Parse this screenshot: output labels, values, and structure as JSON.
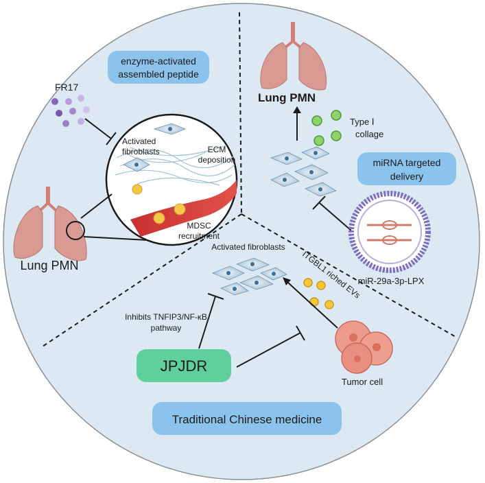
{
  "top_left": {
    "badge": "enzyme-activated assembled peptide",
    "badge_line1": "enzyme-activated",
    "badge_line2": "assembled peptide",
    "drug": "FR17",
    "label_activated": "Activated",
    "label_fibroblasts": "fibroblasts",
    "label_ecm1": "ECM",
    "label_ecm2": "deposition",
    "label_mdsc1": "MDSC",
    "label_mdsc2": "recruitment",
    "organ": "Lung PMN"
  },
  "top_right": {
    "organ": "Lung PMN",
    "collagen1": "Type Ⅰ",
    "collagen2": "collage",
    "badge_line1": "miRNA targeted",
    "badge_line2": "delivery",
    "drug": "miR-29a-3p-LPX"
  },
  "bottom": {
    "activated": "Activated fibroblasts",
    "evs": "ITGBL1 riched EVs",
    "inhibit_line1": "Inhibits TNFIP3/NF-κB",
    "inhibit_line2": "pathway",
    "drug": "JPJDR",
    "tumor": "Tumor cell",
    "footer": "Traditional Chinese medicine"
  },
  "colors": {
    "panel": "#dce9f3",
    "panel_border": "#8a8f96",
    "blue_badge": "#8cc3ec",
    "green_badge": "#5fcf9b",
    "lung": "#d89a93",
    "collagen_green": "#8fd16b",
    "ev_yellow": "#f2c83a",
    "liposome": "#7a6fc0",
    "tumor": "#ec9b8c"
  }
}
